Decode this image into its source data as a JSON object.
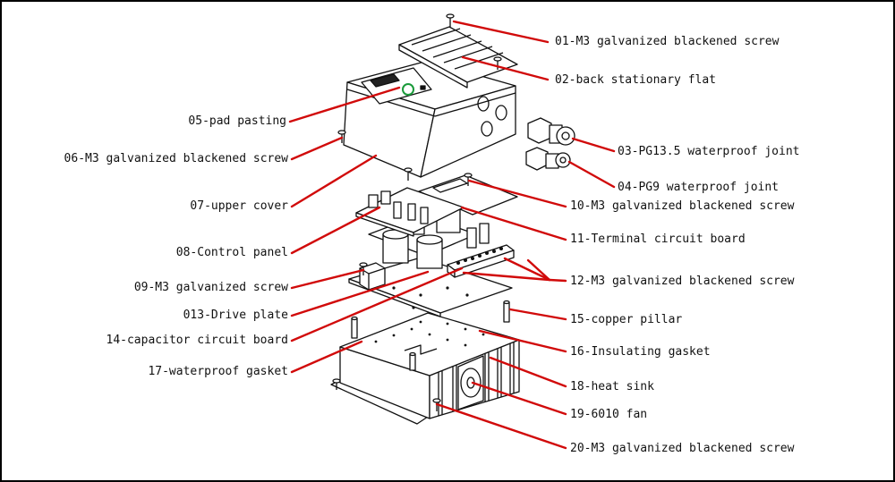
{
  "colors": {
    "leader_line": "#d10a0a",
    "part_outline": "#111111",
    "background": "#ffffff"
  },
  "callouts": {
    "c01": "01-M3 galvanized blackened screw",
    "c02": "02-back stationary flat",
    "c03": "03-PG13.5 waterproof joint",
    "c04": "04-PG9 waterproof joint",
    "c05": "05-pad pasting",
    "c06": "06-M3 galvanized blackened screw",
    "c07": "07-upper cover",
    "c08": "08-Control panel",
    "c09": "09-M3 galvanized screw",
    "c013": "013-Drive plate",
    "c10": "10-M3 galvanized blackened screw",
    "c11": "11-Terminal circuit board",
    "c12": "12-M3 galvanized blackened screw",
    "c14": "14-capacitor circuit board",
    "c15": "15-copper pillar",
    "c16": "16-Insulating gasket",
    "c17": "17-waterproof gasket",
    "c18": "18-heat sink",
    "c19": "19-6010 fan",
    "c20": "20-M3 galvanized blackened screw"
  }
}
